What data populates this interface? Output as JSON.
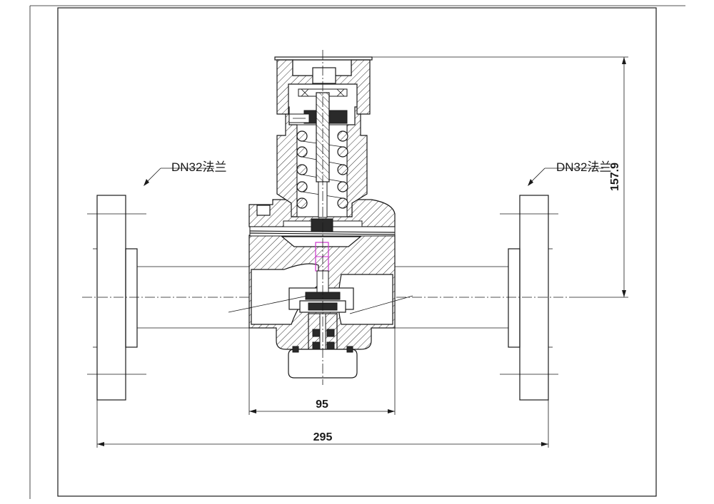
{
  "labels": {
    "left_flange": "DN32法兰",
    "right_flange": "DN32法兰"
  },
  "dimensions": {
    "body_width": "95",
    "overall_length": "295",
    "height": "157.9"
  },
  "colors": {
    "line": "#1a1a1a",
    "stem_highlight": "#cc33cc"
  }
}
